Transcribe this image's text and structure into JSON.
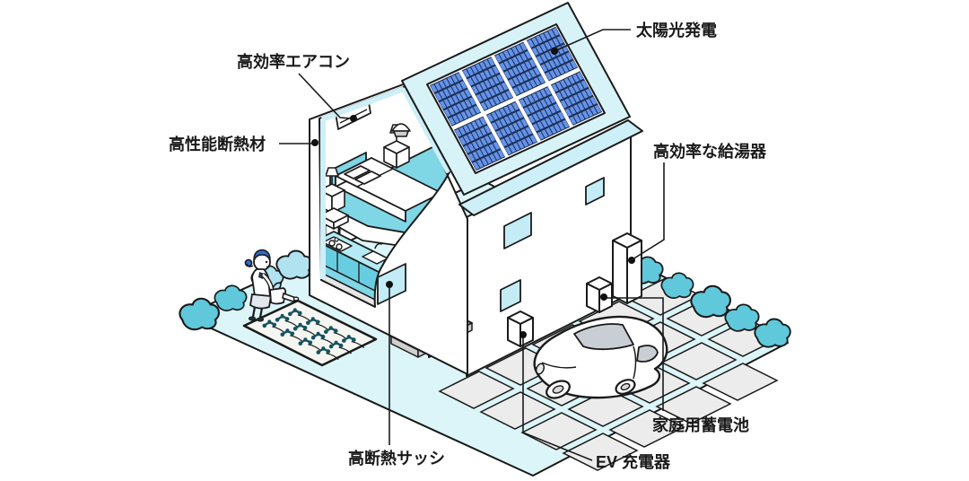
{
  "diagram": {
    "type": "isometric-zeh-home-energy-illustration",
    "labels": {
      "solar": "太陽光発電",
      "aircon": "高効率エアコン",
      "insulation": "高性能断熱材",
      "water_heater": "高効率な給湯器",
      "battery": "家庭用蓄電池",
      "ev_charger": "EV 充電器",
      "window_sash": "高断熱サッシ"
    },
    "colors": {
      "outline": "#1a1a1a",
      "ground": "#dbf5f9",
      "roof": "#d7f3f8",
      "fascia": "#cdeff7",
      "interior_teal": "#7fd6e5",
      "counter_teal": "#68cde0",
      "solar_cell": "#6593ea",
      "solar_grid": "#1d3054",
      "bush_dark": "#5fc8db",
      "bush_light": "#b0e2ef",
      "window": "#c3ecf7",
      "tile_gray": "#ececec",
      "hair_blue": "#2f6cc8"
    }
  }
}
